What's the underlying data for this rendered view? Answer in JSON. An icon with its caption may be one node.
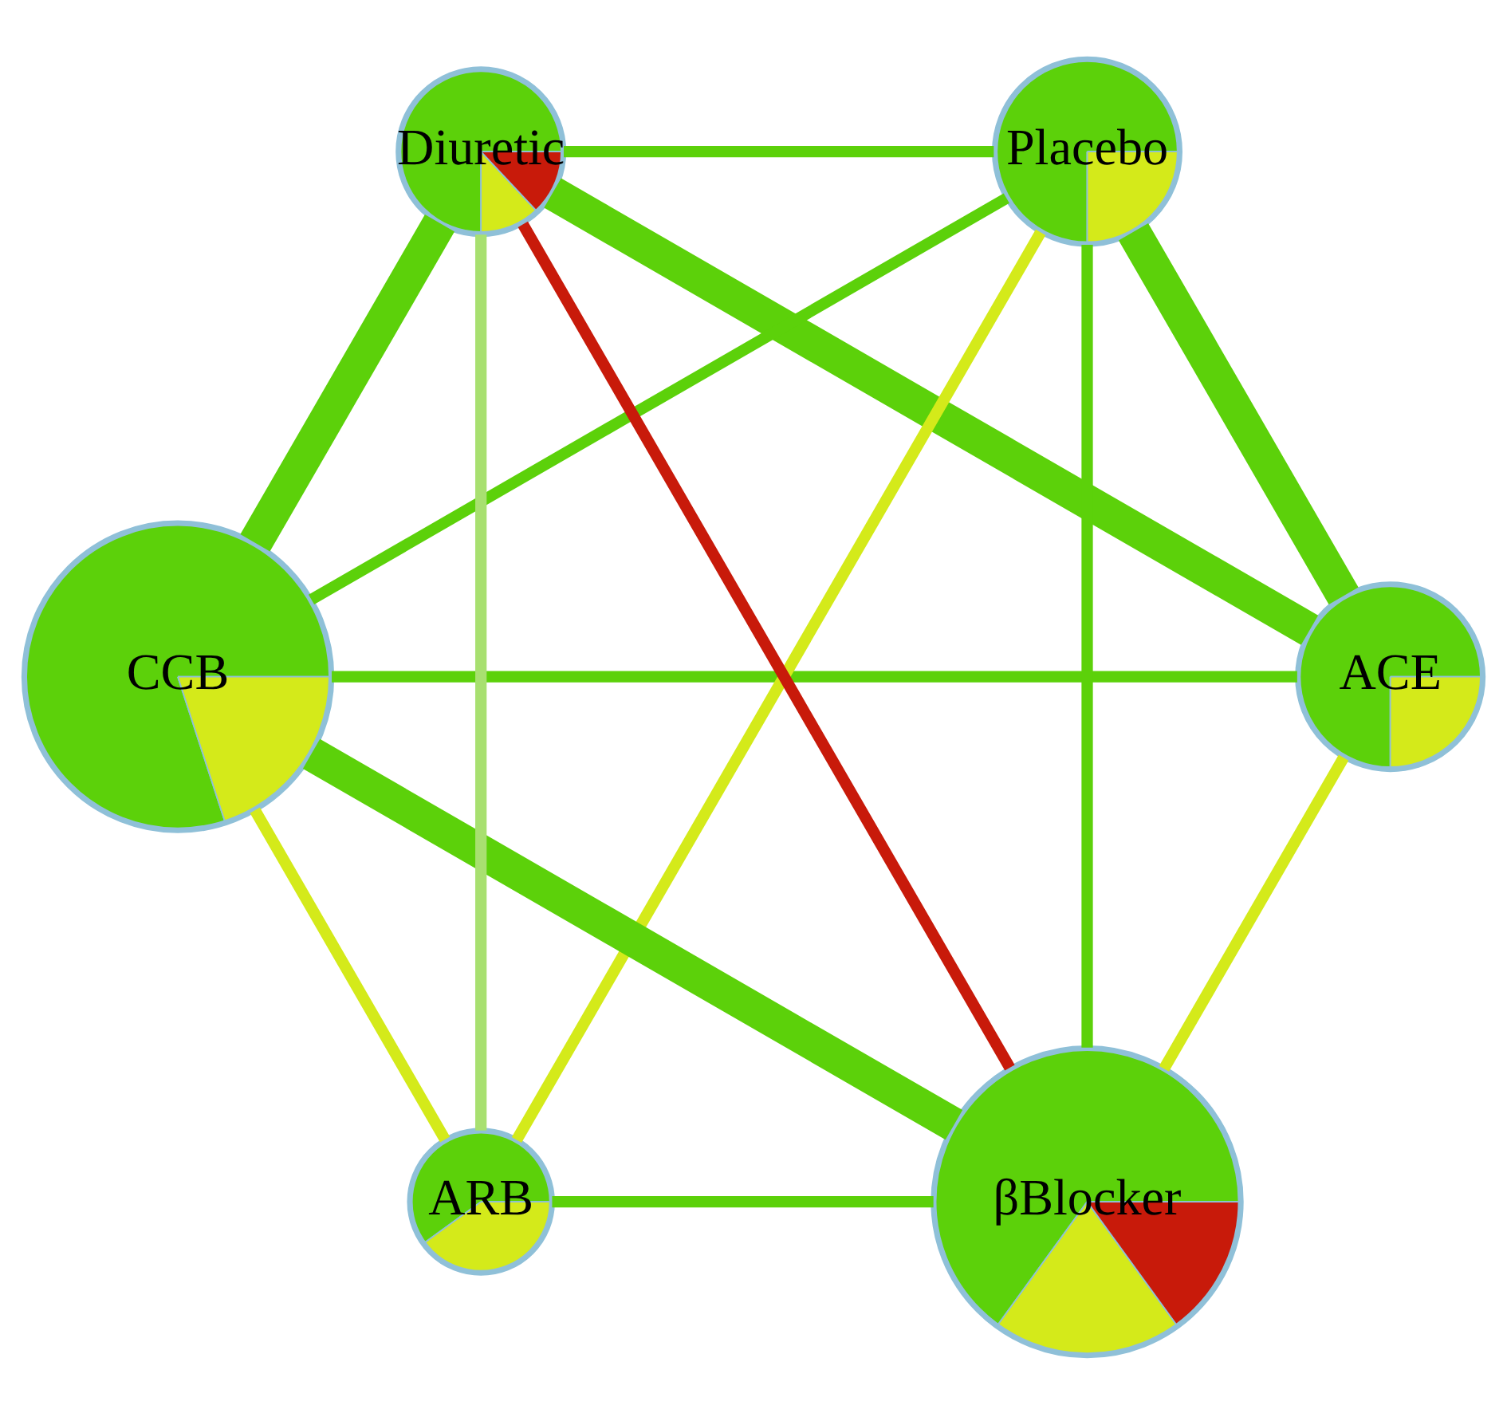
{
  "diagram": {
    "nodes": [
      {
        "text": [
          "ACE"
        ]
      },
      {
        "text": [
          "Placebo"
        ]
      },
      {
        "text": [
          "βBlocker"
        ]
      },
      {
        "text": [
          "ARB"
        ]
      },
      {
        "text": [
          "CCB"
        ]
      },
      {
        "text": [
          "Diuretic"
        ]
      }
    ],
    "edges": [
      {
        "from": 0,
        "to": 1,
        "arrow": "none",
        "style": "thick"
      },
      {
        "from": 0,
        "to": 2,
        "arrow": "none",
        "color": "#d4ea1a"
      },
      {
        "from": 0,
        "to": 5,
        "arrow": "none",
        "style": "thick"
      },
      {
        "from": 0,
        "to": 4,
        "arrow": "none"
      },
      {
        "from": 1,
        "to": 2,
        "arrow": "none"
      },
      {
        "from": 1,
        "to": 3,
        "arrow": "none",
        "color": "#d4ea1a"
      },
      {
        "from": 1,
        "to": 4,
        "arrow": "none"
      },
      {
        "from": 1,
        "to": 5,
        "arrow": "none"
      },
      {
        "from": 2,
        "to": 4,
        "arrow": "none",
        "style": "thick"
      },
      {
        "from": 2,
        "to": 3,
        "arrow": "none"
      },
      {
        "from": 2,
        "to": 5,
        "arrow": "none",
        "color": "#c81a0a"
      },
      {
        "from": 3,
        "to": 4,
        "arrow": "none",
        "color": "#d4ea1a"
      },
      {
        "from": 3,
        "to": 5,
        "arrow": "none",
        "color": "#a8e070"
      },
      {
        "from": 4,
        "to": 5,
        "arrow": "none",
        "style": "thick"
      }
    ]
  }
}
